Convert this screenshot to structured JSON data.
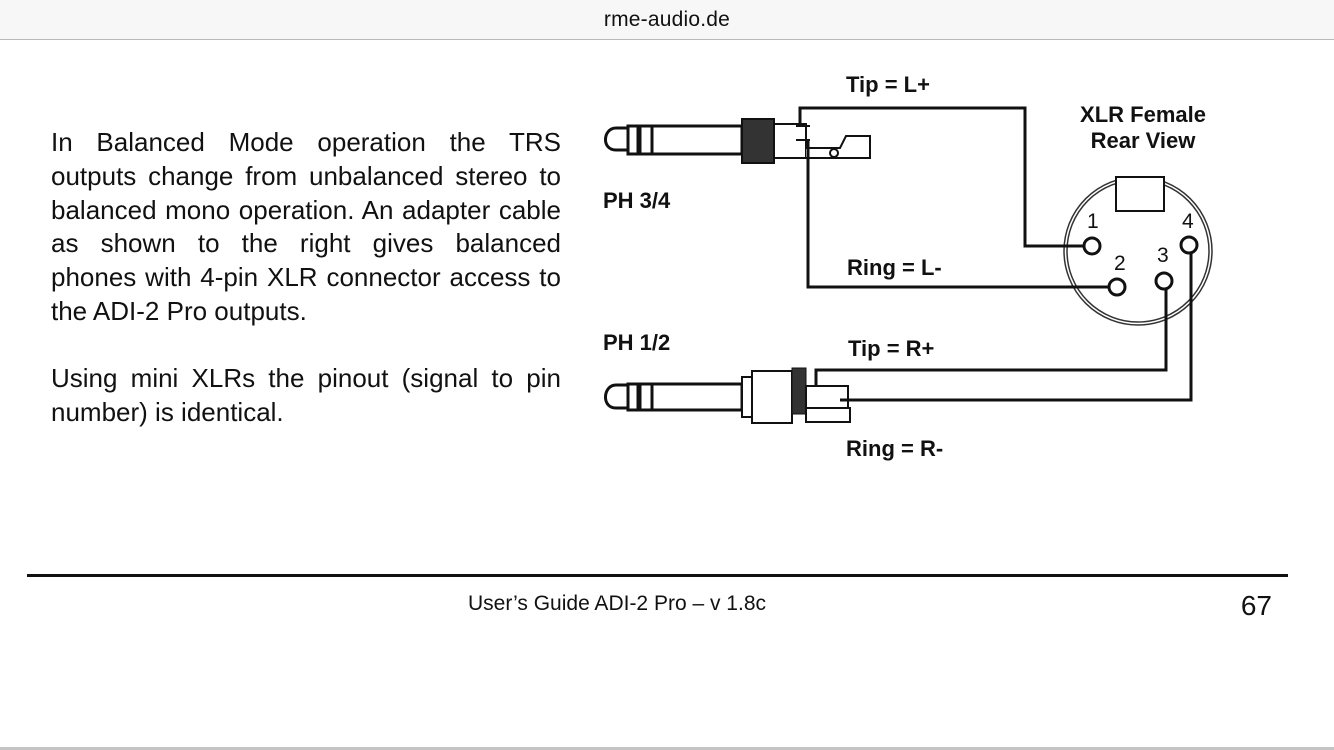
{
  "browser": {
    "url": "rme-audio.de"
  },
  "body": {
    "paragraphs": [
      "In Balanced Mode operation the TRS outputs change from unbalanced stereo to balanced mono operation. An adapter cable as shown to the right gives balanced phones with 4-pin XLR connector access to the ADI-2 Pro outputs.",
      "Using mini XLRs the pinout (signal to pin number) is identical."
    ]
  },
  "diagram": {
    "connector_title_line1": "XLR Female",
    "connector_title_line2": "Rear View",
    "jacks": [
      {
        "name": "PH 3/4",
        "tip_label": "Tip = L+",
        "ring_label": "Ring = L-"
      },
      {
        "name": "PH 1/2",
        "tip_label": "Tip = R+",
        "ring_label": "Ring = R-"
      }
    ],
    "pins": [
      "1",
      "2",
      "3",
      "4"
    ],
    "wiring": [
      {
        "signal": "L+",
        "pin": "1"
      },
      {
        "signal": "L-",
        "pin": "2"
      },
      {
        "signal": "R+",
        "pin": "3"
      },
      {
        "signal": "R-",
        "pin": "4"
      }
    ]
  },
  "footer": {
    "title": "User’s Guide ADI-2 Pro – v 1.8c",
    "page_number": "67"
  }
}
